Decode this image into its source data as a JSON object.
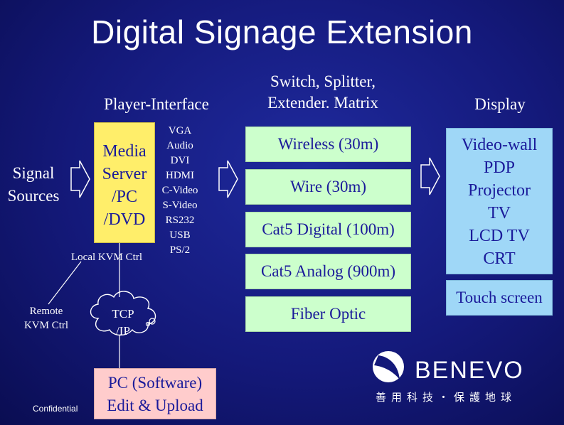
{
  "title": "Digital Signage Extension",
  "headers": {
    "player_interface": "Player-Interface",
    "switch_line1": "Switch, Splitter,",
    "switch_line2": "Extender. Matrix",
    "display": "Display"
  },
  "signal_sources": [
    "Signal",
    "Sources"
  ],
  "media_server": [
    "Media",
    "Server",
    "/PC",
    "/DVD"
  ],
  "ports": [
    "VGA",
    "Audio",
    "DVI",
    "HDMI",
    "C-Video",
    "S-Video",
    "RS232",
    "USB",
    "PS/2"
  ],
  "local_kvm": "Local KVM Ctrl",
  "remote_kvm": [
    "Remote",
    "KVM Ctrl"
  ],
  "cloud": [
    "TCP",
    "/IP"
  ],
  "pc_software": [
    "PC (Software)",
    "Edit & Upload"
  ],
  "extenders": [
    "Wireless (30m)",
    "Wire (30m)",
    "Cat5 Digital (100m)",
    "Cat5 Analog (900m)",
    "Fiber Optic"
  ],
  "displays": [
    "Video-wall",
    "PDP",
    "Projector",
    "TV",
    "LCD TV",
    "CRT"
  ],
  "touch_screen": "Touch screen",
  "confidential": "Confidential",
  "brand": "BENEVO",
  "slogan": "善用科技・保護地球",
  "colors": {
    "background": "#14197a",
    "media_server": "#ffee6a",
    "extender": "#ccffcc",
    "display": "#9fd7f7",
    "pc": "#ffcccc",
    "box_text": "#1a1a9a"
  }
}
